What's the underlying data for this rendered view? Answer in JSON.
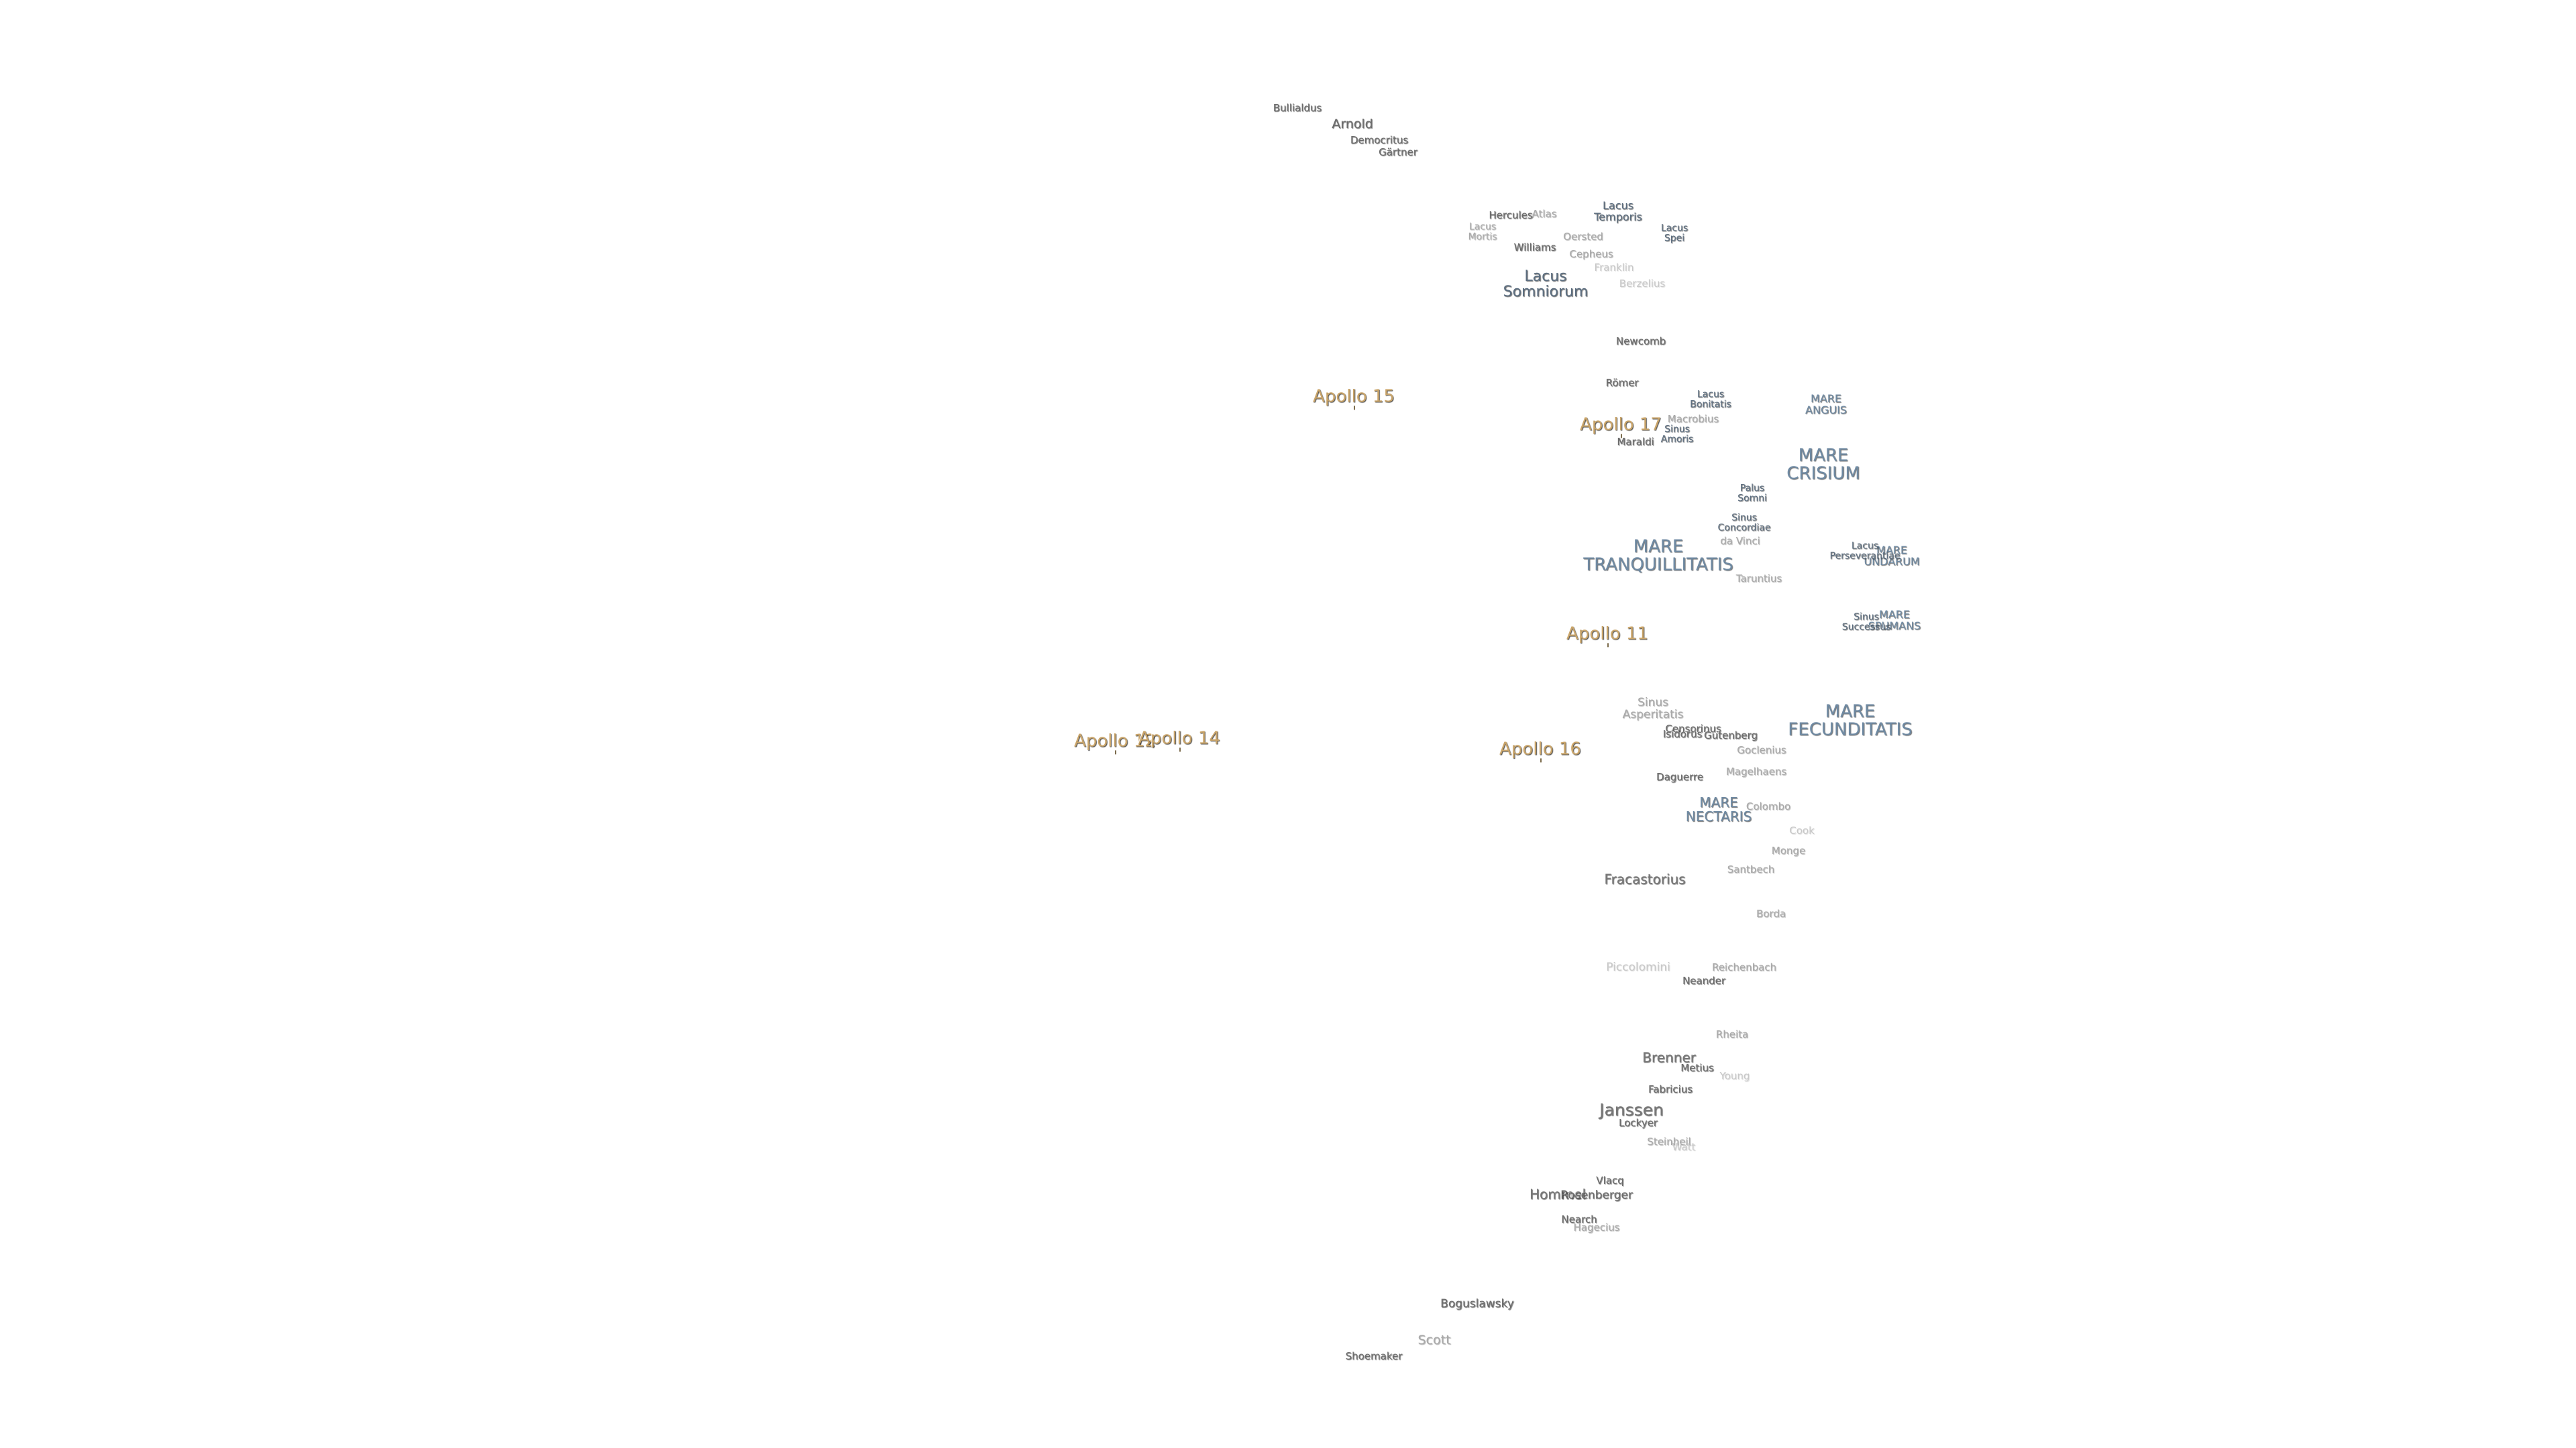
{
  "map": {
    "apollo_sites": [
      {
        "id": "apollo-15",
        "label": "Apollo 15"
      },
      {
        "id": "apollo-17",
        "label": "Apollo 17"
      },
      {
        "id": "apollo-11",
        "label": "Apollo 11"
      },
      {
        "id": "apollo-16",
        "label": "Apollo 16"
      },
      {
        "id": "apollo-12",
        "label": "Apollo 12"
      },
      {
        "id": "apollo-14",
        "label": "Apollo 14"
      }
    ],
    "maria": [
      {
        "id": "mare-tranquillitatis",
        "label": "MARE\nTRANQUILLITATIS"
      },
      {
        "id": "mare-fecunditatis",
        "label": "MARE\nFECUNDITATIS"
      },
      {
        "id": "mare-crisium",
        "label": "MARE\nCRISIUM"
      },
      {
        "id": "mare-nectaris",
        "label": "MARE\nNECTARIS"
      },
      {
        "id": "mare-anguis",
        "label": "MARE\nANGUIS"
      },
      {
        "id": "mare-undarum",
        "label": "MARE\nUNDARUM"
      },
      {
        "id": "mare-spumans",
        "label": "MARE\nSPUMANS"
      }
    ],
    "lakes_bays": [
      {
        "id": "lacus-somniorum",
        "label": "Lacus\nSomniorum"
      },
      {
        "id": "lacus-temporis",
        "label": "Lacus\nTemporis"
      },
      {
        "id": "lacus-spei",
        "label": "Lacus\nSpei"
      },
      {
        "id": "lacus-mortis",
        "label": "Lacus\nMortis"
      },
      {
        "id": "lacus-bonitatis",
        "label": "Lacus\nBonitatis"
      },
      {
        "id": "sinus-amoris",
        "label": "Sinus\nAmoris"
      },
      {
        "id": "palus-somni",
        "label": "Palus\nSomni"
      },
      {
        "id": "sinus-concordiae",
        "label": "Sinus\nConcordiae"
      },
      {
        "id": "lacus-perseverantiae",
        "label": "Lacus\nPerseverantiae"
      },
      {
        "id": "sinus-successus",
        "label": "Sinus\nSuccessus"
      },
      {
        "id": "sinus-asperitatis",
        "label": "Sinus\nAsperitatis"
      }
    ],
    "craters": [
      {
        "id": "bullialdus",
        "label": "Bullialdus",
        "tone": "crater"
      },
      {
        "id": "arnold",
        "label": "Arnold",
        "tone": "crater"
      },
      {
        "id": "democritus",
        "label": "Democritus",
        "tone": "crater"
      },
      {
        "id": "gartner",
        "label": "Gärtner",
        "tone": "crater"
      },
      {
        "id": "hercules",
        "label": "Hercules",
        "tone": "crater"
      },
      {
        "id": "atlas",
        "label": "Atlas",
        "tone": "crater-mid"
      },
      {
        "id": "oersted",
        "label": "Oersted",
        "tone": "crater-mid"
      },
      {
        "id": "williams",
        "label": "Williams",
        "tone": "crater"
      },
      {
        "id": "cepheus",
        "label": "Cepheus",
        "tone": "crater-mid"
      },
      {
        "id": "franklin",
        "label": "Franklin",
        "tone": "crater-faint"
      },
      {
        "id": "berzelius",
        "label": "Berzelius",
        "tone": "crater-faint"
      },
      {
        "id": "newcomb",
        "label": "Newcomb",
        "tone": "crater"
      },
      {
        "id": "romer",
        "label": "Römer",
        "tone": "crater"
      },
      {
        "id": "macrobius",
        "label": "Macrobius",
        "tone": "crater-mid"
      },
      {
        "id": "maraldi",
        "label": "Maraldi",
        "tone": "crater"
      },
      {
        "id": "da-vinci",
        "label": "da Vinci",
        "tone": "crater-mid"
      },
      {
        "id": "taruntius",
        "label": "Taruntius",
        "tone": "crater-mid"
      },
      {
        "id": "censorinus",
        "label": "Censorinus",
        "tone": "crater"
      },
      {
        "id": "isidorus",
        "label": "Isidorus",
        "tone": "crater"
      },
      {
        "id": "gutenberg",
        "label": "Gutenberg",
        "tone": "crater"
      },
      {
        "id": "goclenius",
        "label": "Goclenius",
        "tone": "crater-mid"
      },
      {
        "id": "daguerre",
        "label": "Daguerre",
        "tone": "crater"
      },
      {
        "id": "magelhaens",
        "label": "Magelhaens",
        "tone": "crater-mid"
      },
      {
        "id": "colombo",
        "label": "Colombo",
        "tone": "crater-mid"
      },
      {
        "id": "cook",
        "label": "Cook",
        "tone": "crater-faint"
      },
      {
        "id": "monge",
        "label": "Monge",
        "tone": "crater-mid"
      },
      {
        "id": "santbech",
        "label": "Santbech",
        "tone": "crater-mid"
      },
      {
        "id": "fracastorius",
        "label": "Fracastorius",
        "tone": "crater-lg"
      },
      {
        "id": "borda",
        "label": "Borda",
        "tone": "crater-mid"
      },
      {
        "id": "piccolomini",
        "label": "Piccolomini",
        "tone": "crater-faint"
      },
      {
        "id": "reichenbach",
        "label": "Reichenbach",
        "tone": "crater-mid"
      },
      {
        "id": "neander",
        "label": "Neander",
        "tone": "crater"
      },
      {
        "id": "rheita",
        "label": "Rheita",
        "tone": "crater-mid"
      },
      {
        "id": "brenner",
        "label": "Brenner",
        "tone": "crater-lg"
      },
      {
        "id": "metius",
        "label": "Metius",
        "tone": "crater"
      },
      {
        "id": "young",
        "label": "Young",
        "tone": "crater-faint"
      },
      {
        "id": "fabricius",
        "label": "Fabricius",
        "tone": "crater"
      },
      {
        "id": "janssen",
        "label": "Janssen",
        "tone": "crater-lg"
      },
      {
        "id": "lockyer",
        "label": "Lockyer",
        "tone": "crater"
      },
      {
        "id": "steinheil",
        "label": "Steinheil",
        "tone": "crater-mid"
      },
      {
        "id": "watt",
        "label": "Watt",
        "tone": "crater-faint"
      },
      {
        "id": "vlacq",
        "label": "Vlacq",
        "tone": "crater"
      },
      {
        "id": "hommel",
        "label": "Hommel",
        "tone": "crater-lg"
      },
      {
        "id": "rosenberger",
        "label": "Rosenberger",
        "tone": "crater"
      },
      {
        "id": "nearch",
        "label": "Nearch",
        "tone": "crater"
      },
      {
        "id": "hagecius",
        "label": "Hagecius",
        "tone": "crater-mid"
      },
      {
        "id": "boguslawsky",
        "label": "Boguslawsky",
        "tone": "crater"
      },
      {
        "id": "scott",
        "label": "Scott",
        "tone": "crater-mid"
      },
      {
        "id": "schomberger",
        "label": "Shoemaker",
        "tone": "crater"
      }
    ]
  }
}
